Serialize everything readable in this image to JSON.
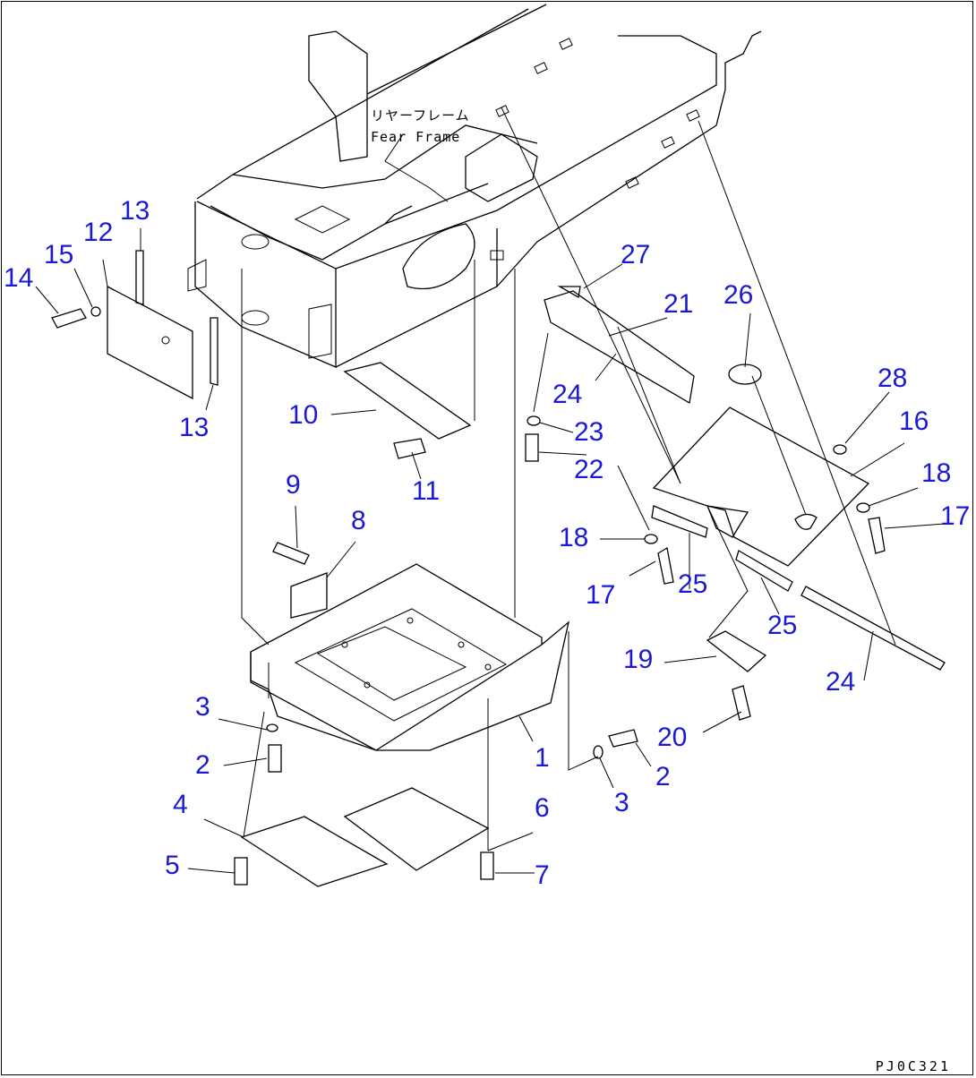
{
  "diagram": {
    "frame_label_jp": "リヤーフレーム",
    "frame_label_en": "Fear Frame",
    "drawing_code": "PJ0C321",
    "callouts": [
      {
        "id": "c1",
        "text": "1"
      },
      {
        "id": "c2a",
        "text": "2"
      },
      {
        "id": "c2b",
        "text": "2"
      },
      {
        "id": "c3a",
        "text": "3"
      },
      {
        "id": "c3b",
        "text": "3"
      },
      {
        "id": "c4",
        "text": "4"
      },
      {
        "id": "c5",
        "text": "5"
      },
      {
        "id": "c6",
        "text": "6"
      },
      {
        "id": "c7",
        "text": "7"
      },
      {
        "id": "c8",
        "text": "8"
      },
      {
        "id": "c9",
        "text": "9"
      },
      {
        "id": "c10",
        "text": "10"
      },
      {
        "id": "c11",
        "text": "11"
      },
      {
        "id": "c12",
        "text": "12"
      },
      {
        "id": "c13a",
        "text": "13"
      },
      {
        "id": "c13b",
        "text": "13"
      },
      {
        "id": "c14",
        "text": "14"
      },
      {
        "id": "c15",
        "text": "15"
      },
      {
        "id": "c16",
        "text": "16"
      },
      {
        "id": "c17a",
        "text": "17"
      },
      {
        "id": "c17b",
        "text": "17"
      },
      {
        "id": "c18a",
        "text": "18"
      },
      {
        "id": "c18b",
        "text": "18"
      },
      {
        "id": "c19",
        "text": "19"
      },
      {
        "id": "c20",
        "text": "20"
      },
      {
        "id": "c21",
        "text": "21"
      },
      {
        "id": "c22",
        "text": "22"
      },
      {
        "id": "c23",
        "text": "23"
      },
      {
        "id": "c24a",
        "text": "24"
      },
      {
        "id": "c24b",
        "text": "24"
      },
      {
        "id": "c25a",
        "text": "25"
      },
      {
        "id": "c25b",
        "text": "25"
      },
      {
        "id": "c26",
        "text": "26"
      },
      {
        "id": "c27",
        "text": "27"
      },
      {
        "id": "c28",
        "text": "28"
      }
    ],
    "callout_color": "#1a1ad6"
  }
}
